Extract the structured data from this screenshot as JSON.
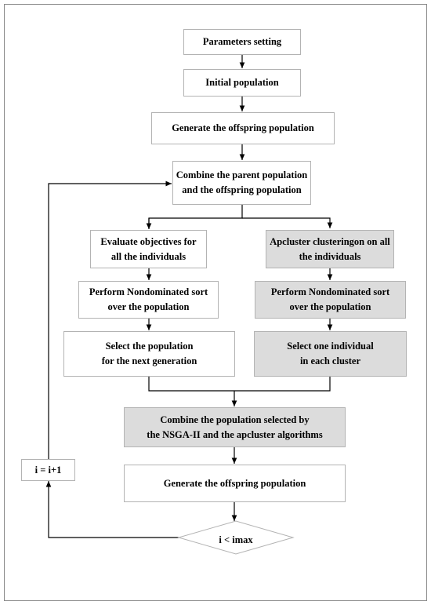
{
  "nodes": {
    "parameters_setting": "Parameters setting",
    "initial_population": "Initial population",
    "generate_offspring_1": "Generate the offspring population",
    "combine_parent_offspring": "Combine the parent population\nand the offspring population",
    "evaluate_objectives": "Evaluate objectives for\nall the individuals",
    "apcluster_clustering": "Apcluster clusteringon on all\nthe individuals",
    "nondominated_sort_left": "Perform Nondominated sort\nover the population",
    "nondominated_sort_right": "Perform Nondominated sort\nover the population",
    "select_next_generation": "Select the population\nfor the next generation",
    "select_one_per_cluster": "Select one individual\nin each cluster",
    "combine_selected": "Combine the population selected by\nthe NSGA-II and the apcluster algorithms",
    "generate_offspring_2": "Generate the offspring population",
    "increment": "i = i+1",
    "condition": "i < imax"
  },
  "colors": {
    "highlight_fill": "#dcdcdc",
    "box_border": "#b3b3b3",
    "line": "#000000"
  }
}
